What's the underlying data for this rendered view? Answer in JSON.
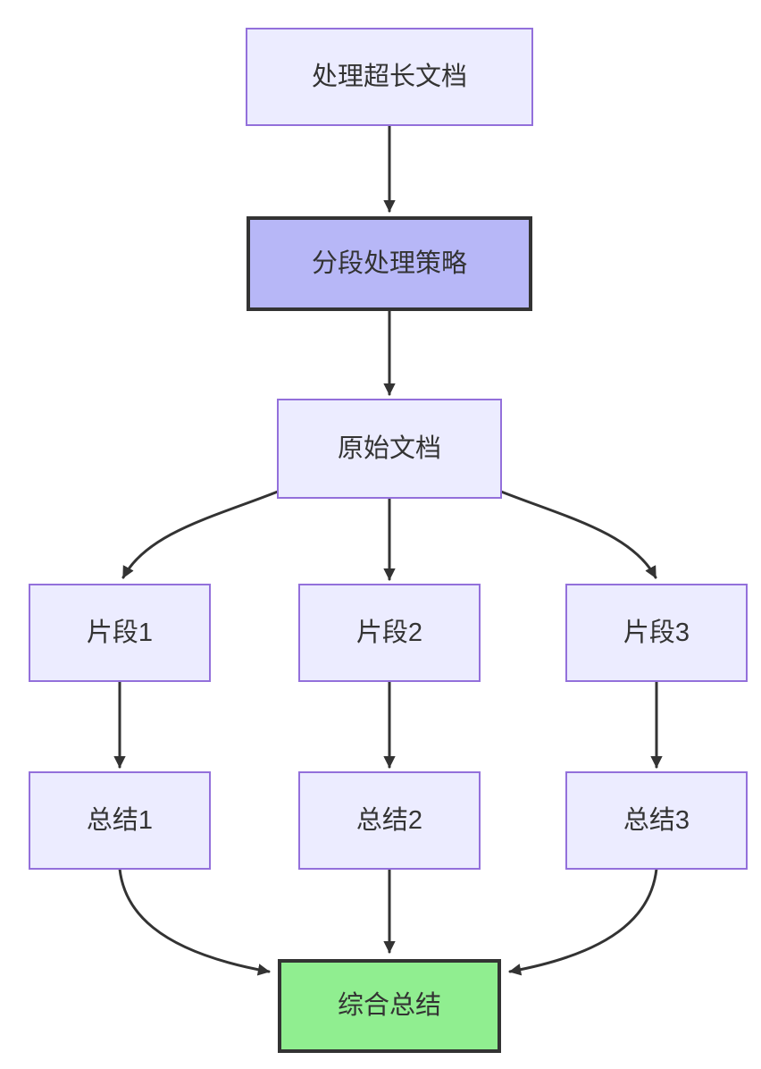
{
  "diagram": {
    "type": "flowchart",
    "direction": "top-down",
    "nodes": [
      {
        "id": "A",
        "label": "处理超长文档",
        "style": "default"
      },
      {
        "id": "B",
        "label": "分段处理策略",
        "style": "highlight-purple"
      },
      {
        "id": "C",
        "label": "原始文档",
        "style": "default"
      },
      {
        "id": "D1",
        "label": "片段1",
        "style": "default"
      },
      {
        "id": "D2",
        "label": "片段2",
        "style": "default"
      },
      {
        "id": "D3",
        "label": "片段3",
        "style": "default"
      },
      {
        "id": "E1",
        "label": "总结1",
        "style": "default"
      },
      {
        "id": "E2",
        "label": "总结2",
        "style": "default"
      },
      {
        "id": "E3",
        "label": "总结3",
        "style": "default"
      },
      {
        "id": "F",
        "label": "综合总结",
        "style": "highlight-green"
      }
    ],
    "edges": [
      {
        "from": "A",
        "to": "B"
      },
      {
        "from": "B",
        "to": "C"
      },
      {
        "from": "C",
        "to": "D1"
      },
      {
        "from": "C",
        "to": "D2"
      },
      {
        "from": "C",
        "to": "D3"
      },
      {
        "from": "D1",
        "to": "E1"
      },
      {
        "from": "D2",
        "to": "E2"
      },
      {
        "from": "D3",
        "to": "E3"
      },
      {
        "from": "E1",
        "to": "F"
      },
      {
        "from": "E2",
        "to": "F"
      },
      {
        "from": "E3",
        "to": "F"
      }
    ],
    "colors": {
      "background": "#ffffff",
      "node_fill": "#ECECFF",
      "node_border": "#9370DB",
      "highlight_purple_fill": "#B7B7F7",
      "highlight_green_fill": "#90EE90",
      "highlight_border": "#333333",
      "edge": "#333333",
      "text": "#333333"
    }
  }
}
